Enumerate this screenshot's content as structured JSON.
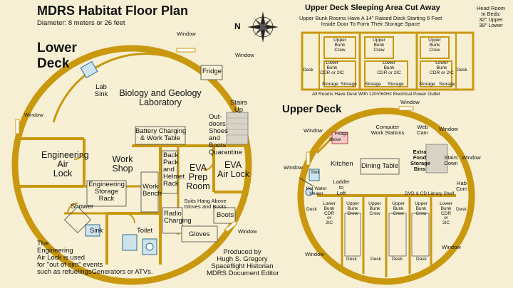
{
  "title": "MDRS Habitat Floor Plan",
  "diameter": "Diameter: 8 meters or 26 feet",
  "compass_letter": "N",
  "lower": {
    "heading_1": "Lower",
    "heading_2": "Deck",
    "window": "Window",
    "lab_sink_1": "Lab",
    "lab_sink_2": "Sink",
    "fridge": "Fridge",
    "biolab_1": "Biology and Geology",
    "biolab_2": "Laboratory",
    "stairs_1": "Stairs",
    "stairs_2": "Up",
    "outdoors_1": "Out-",
    "outdoors_2": "doors",
    "outdoors_3": "Shoes",
    "outdoors_4": "and",
    "outdoors_5": "Boots",
    "outdoors_6": "Quarantine",
    "battery_1": "Battery Charging",
    "battery_2": "& Work Table",
    "eng_airlock_1": "Engineering",
    "eng_airlock_2": "Air",
    "eng_airlock_3": "Lock",
    "workshop_1": "Work",
    "workshop_2": "Shop",
    "backpack_1": "Back",
    "backpack_2": "Pack",
    "backpack_3": "and",
    "backpack_4": "Helmet",
    "backpack_5": "Rack",
    "eva_prep_1": "EVA",
    "eva_prep_2": "Prep",
    "eva_prep_3": "Room",
    "eva_airlock_1": "EVA",
    "eva_airlock_2": "Air Lock",
    "eng_storage_1": "Engineering",
    "eng_storage_2": "Storage",
    "eng_storage_3": "Rack",
    "work_bench_1": "Work",
    "work_bench_2": "Bench",
    "suits_1": "Suits Hang Above",
    "suits_2": "Gloves and Boots",
    "shower": "Shower",
    "radio_1": "Radio",
    "radio_2": "Charging",
    "boots": "Boots",
    "gloves": "Gloves",
    "sink": "Sink",
    "toilet": "Toilet"
  },
  "cutaway": {
    "title": "Upper Deck Sleeping Area Cut Away",
    "subtitle_1": "Upper Bunk Rooms Have A 14\" Raised Deck Starting 6 Feet",
    "subtitle_2": "Inside Door To Form Their Storage Space",
    "headroom_1": "Head Room",
    "headroom_2": "In Beds:",
    "headroom_3": "32\" Upper",
    "headroom_4": "39\" Lower",
    "desk": "Desk",
    "upper_bunk_1": "Upper",
    "upper_bunk_2": "Bunk",
    "upper_bunk_3": "Crew",
    "lower_bunk_1": "Lower",
    "lower_bunk_2": "Bunk",
    "lower_bunk_3": "CDR or 2IC",
    "storage": "Storage",
    "footer": "All Rooms Have Desk With 120V/60Hz Electrical Power Outlet"
  },
  "upper": {
    "heading": "Upper Deck",
    "window": "Window",
    "computer_1": "Computer",
    "computer_2": "Work Stations",
    "web_1": "Web",
    "web_2": "Cam",
    "fridge": "Fridge",
    "stove": "Stove",
    "extra_food_1": "Extra",
    "extra_food_2": "Food",
    "extra_food_3": "Storage",
    "extra_food_4": "Bins",
    "stairs_1": "Stairs",
    "stairs_2": "Down",
    "kitchen": "Kitchen",
    "dining": "Dining Table",
    "hab_com_1": "Hab",
    "hab_com_2": "Com",
    "sink": "Sink",
    "ladder_1": "Ladder",
    "ladder_2": "to",
    "ladder_3": "Loft",
    "hot_water_1": "Hot Water",
    "hot_water_2": "Heater",
    "dvd": "DVD & CD Library Shelf",
    "desk": "Desk",
    "lower_bunk_1": "Lower",
    "lower_bunk_2": "Bunk",
    "lower_bunk_3": "CDR",
    "lower_bunk_4": "or",
    "lower_bunk_5": "2IC",
    "upper_bunk_1": "Upper",
    "upper_bunk_2": "Bunk",
    "upper_bunk_3": "Crew"
  },
  "notes": {
    "airlock_1": "The",
    "airlock_2": "Engineering",
    "airlock_3": "Air Lock is used",
    "airlock_4": "for \"out of sim\" events",
    "airlock_5": "such as refuelingsGenerators or ATVs.",
    "credit_1": "Produced by",
    "credit_2": "Hugh S. Gregory",
    "credit_3": "Spaceflight Historian",
    "credit_4": "MDRS Document Editor"
  },
  "colors": {
    "background": "#f6efd3",
    "wall": "#c9980e",
    "floor": "#f7f0d5",
    "dark": "#3a2e00"
  }
}
